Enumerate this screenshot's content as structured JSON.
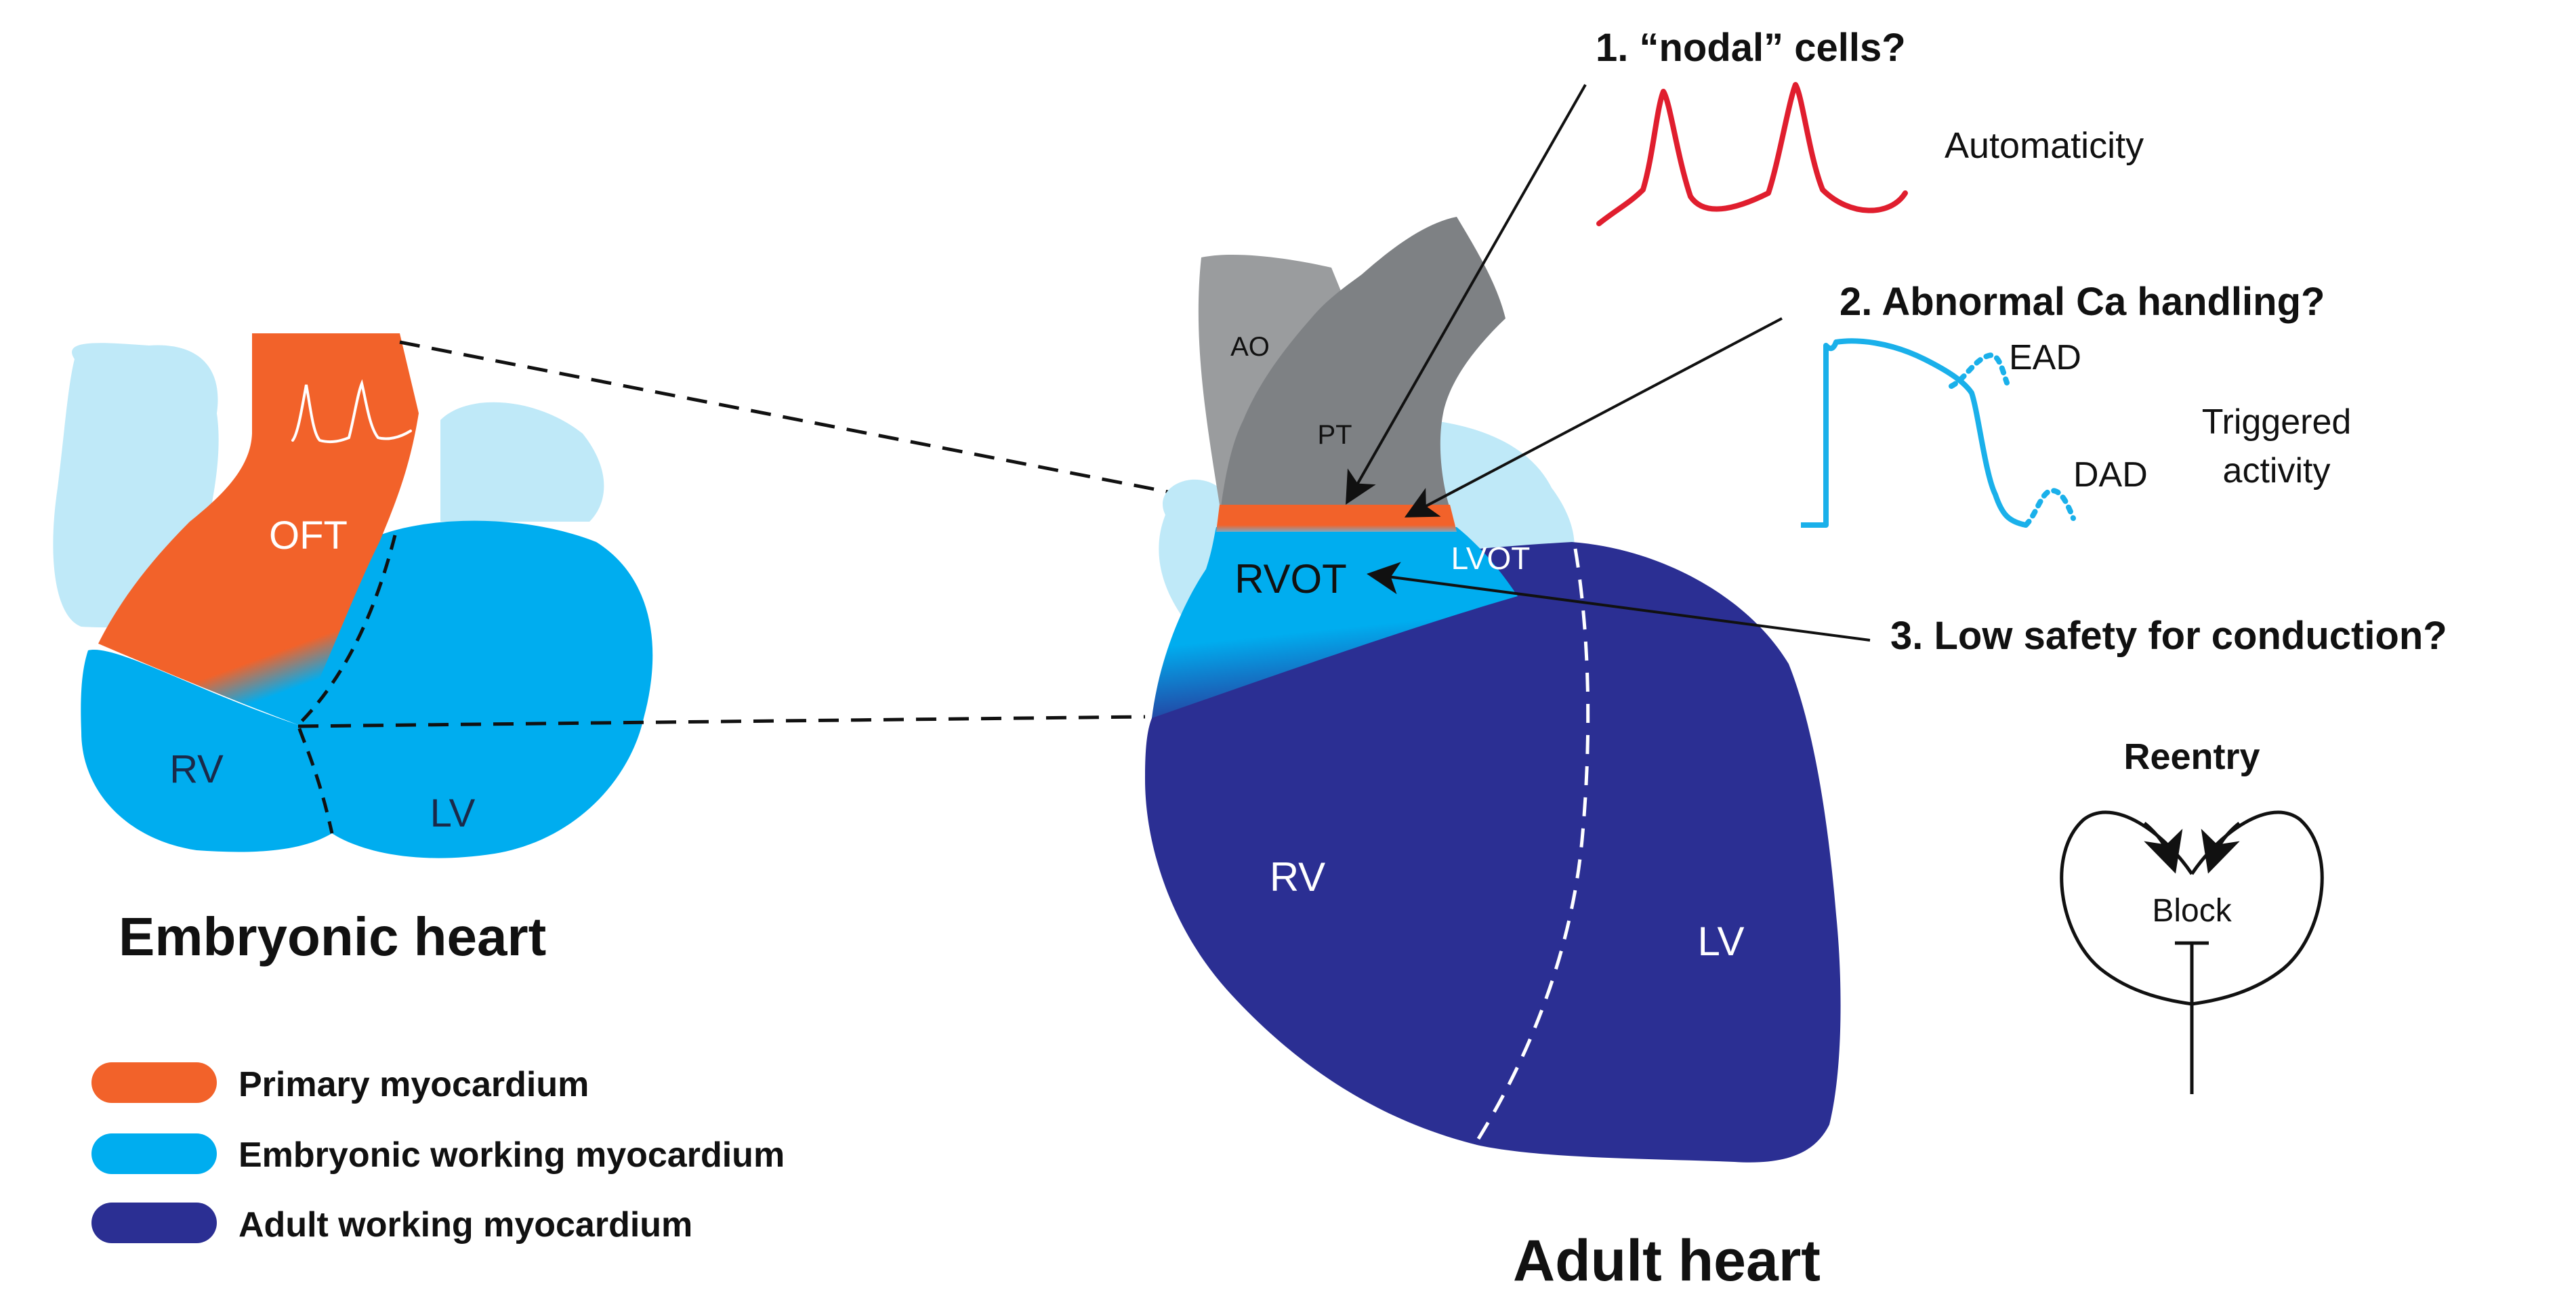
{
  "colors": {
    "primary_myocardium": "#F2622A",
    "embryonic_working_myocardium": "#00ADEF",
    "adult_working_myocardium": "#2B2F93",
    "light_blue": "#BFE9F8",
    "aorta_gray": "#9A9C9E",
    "pt_gray": "#7E8184",
    "nodal_trace": "#E01E2E",
    "ca_trace": "#1AB0EA"
  },
  "embryonic_heart": {
    "title": "Embryonic heart",
    "oft_label": "OFT",
    "rv_label": "RV",
    "lv_label": "LV"
  },
  "adult_heart": {
    "title": "Adult heart",
    "ao_label": "AO",
    "pt_label": "PT",
    "rvot_label": "RVOT",
    "lvot_label": "LVOT",
    "rv_label": "RV",
    "lv_label": "LV"
  },
  "mechanisms": {
    "nodal_title": "1. “nodal” cells?",
    "automaticity_label": "Automaticity",
    "calcium_title": "2. Abnormal Ca handling?",
    "ead_label": "EAD",
    "dad_label": "DAD",
    "triggered_label_line1": "Triggered",
    "triggered_label_line2": "activity",
    "conduction_title": "3. Low safety for conduction?",
    "reentry_title": "Reentry",
    "block_label": "Block"
  },
  "legend": {
    "items": [
      {
        "label": "Primary myocardium",
        "color": "#F2622A"
      },
      {
        "label": "Embryonic working myocardium",
        "color": "#00ADEF"
      },
      {
        "label": "Adult working myocardium",
        "color": "#2B2F93"
      }
    ]
  }
}
